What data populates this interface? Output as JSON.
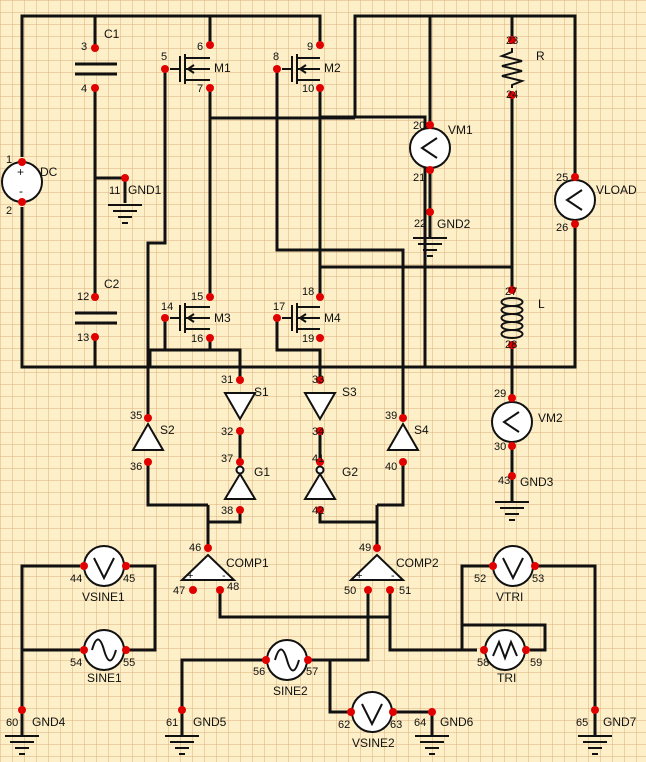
{
  "components": {
    "DC": "DC",
    "C1": "C1",
    "C2": "C2",
    "GND1": "GND1",
    "M1": "M1",
    "M2": "M2",
    "M3": "M3",
    "M4": "M4",
    "R": "R",
    "L": "L",
    "VM1": "VM1",
    "GND2": "GND2",
    "VLOAD": "VLOAD",
    "VM2": "VM2",
    "GND3": "GND3",
    "S1": "S1",
    "S2": "S2",
    "S3": "S3",
    "S4": "S4",
    "G1": "G1",
    "G2": "G2",
    "COMP1": "COMP1",
    "COMP2": "COMP2",
    "VSINE1": "VSINE1",
    "SINE1": "SINE1",
    "SINE2": "SINE2",
    "VSINE2": "VSINE2",
    "VTRI": "VTRI",
    "TRI": "TRI",
    "GND4": "GND4",
    "GND5": "GND5",
    "GND6": "GND6",
    "GND7": "GND7"
  },
  "nodes": [
    "1",
    "2",
    "3",
    "4",
    "5",
    "6",
    "7",
    "8",
    "9",
    "10",
    "11",
    "12",
    "13",
    "14",
    "15",
    "16",
    "17",
    "18",
    "19",
    "20",
    "21",
    "22",
    "23",
    "24",
    "25",
    "26",
    "27",
    "28",
    "29",
    "30",
    "31",
    "32",
    "33",
    "34",
    "35",
    "36",
    "37",
    "38",
    "39",
    "40",
    "41",
    "42",
    "43",
    "44",
    "45",
    "46",
    "47",
    "48",
    "49",
    "50",
    "51",
    "52",
    "53",
    "54",
    "55",
    "56",
    "57",
    "58",
    "59",
    "60",
    "61",
    "62",
    "63",
    "64",
    "65"
  ],
  "dc_polarity": {
    "plus": "+",
    "minus": "-"
  },
  "comparator_inputs": {
    "plus": "+",
    "minus": "-"
  },
  "colors": {
    "background": "#fdf0c8",
    "grid": "#d6a878",
    "wire": "#111111",
    "pin": "#e00000"
  }
}
